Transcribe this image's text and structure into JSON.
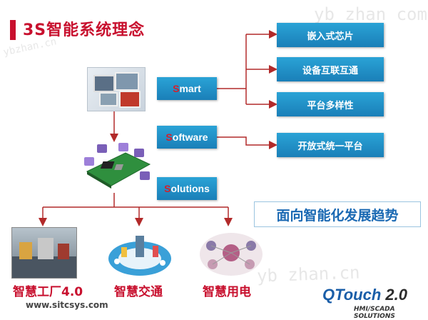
{
  "title": "3S智能系统理念",
  "watermark": "yb zhan com",
  "watermark_short": "yb zhan.cn",
  "watermark_side": "ybzhan.cn",
  "concepts": [
    {
      "initial": "S",
      "rest": "mart"
    },
    {
      "initial": "S",
      "rest": "oftware"
    },
    {
      "initial": "S",
      "rest": "olutions"
    }
  ],
  "smart_features": [
    "嵌入式芯片",
    "设备互联互通",
    "平台多样性"
  ],
  "software_feature": "开放式统一平台",
  "slogan": "面向智能化发展趋势",
  "solutions": [
    "智慧工厂4.0",
    "智慧交通",
    "智慧用电"
  ],
  "website": "www.sitcsys.com",
  "logo": {
    "main": "QTouch",
    "version": "2.0",
    "subtitle": "HMI/SCADA SOLUTIONS"
  },
  "colors": {
    "accent": "#c8102e",
    "box": "#1f8ec7",
    "line": "#b22a2a"
  }
}
